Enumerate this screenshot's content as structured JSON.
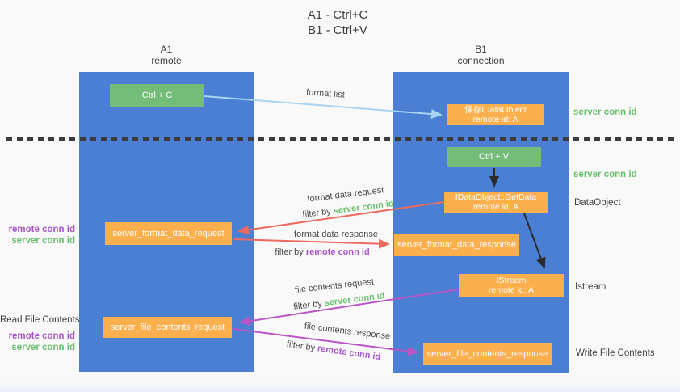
{
  "title": {
    "line1": "A1 - Ctrl+C",
    "line2": "B1 - Ctrl+V"
  },
  "lanes": {
    "left": {
      "name": "A1",
      "role": "remote"
    },
    "right": {
      "name": "B1",
      "role": "connection"
    }
  },
  "nodes": {
    "ctrl_c": "Ctrl + C",
    "ctrl_v": "Ctrl + V",
    "save_dataobject": {
      "line1": "保存IDataObject",
      "line2": "remote id: A"
    },
    "getdata": {
      "line1": "IDataObject::GetData",
      "line2": "remote id: A"
    },
    "istream": {
      "line1": "IStream",
      "line2": "remote id: A"
    },
    "format_request": "server_format_data_request",
    "format_response": "server_format_data_response",
    "file_request": "server_file_contents_request",
    "file_response": "server_file_contents_response"
  },
  "edge_labels": {
    "format_list": "format list",
    "format_data_request": "format data request",
    "format_data_response": "format data response",
    "file_contents_request": "file contents request",
    "file_contents_response": "file contents response",
    "filter_by": "filter by ",
    "server_conn_id": "server conn id",
    "remote_conn_id": "remote conn id"
  },
  "side_labels": {
    "server_conn_id_top": "server conn id",
    "server_conn_id_mid": "server conn id",
    "dataobject": "DataObject",
    "istream": "Istream",
    "write_file_contents": "Write File Contents",
    "read_file_contents": "Read File Contents",
    "remote_conn_id": "remote conn id",
    "server_conn_id": "server conn id"
  },
  "colors": {
    "lane_blue": "#4a7fd3",
    "node_orange": "#fbaf4d",
    "node_green": "#74bd78",
    "arrow_light_blue": "#a9d4f1",
    "arrow_red": "#ec6a5f",
    "arrow_purple": "#bb55c6",
    "arrow_black": "#2b2b2b",
    "text_green": "#6abf6e",
    "text_purple": "#a855c8",
    "text_dark": "#3f3f3f"
  }
}
